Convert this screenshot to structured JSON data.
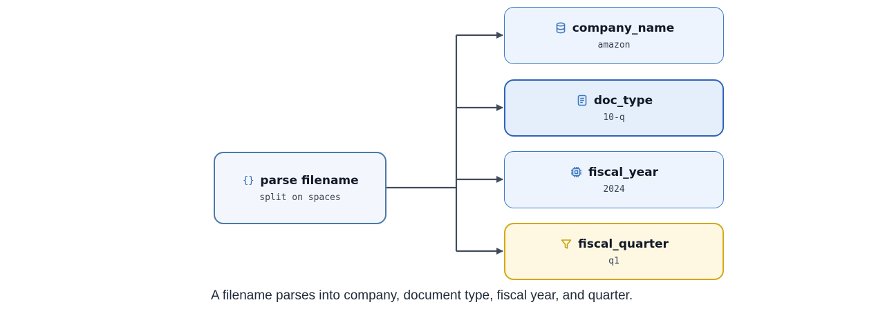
{
  "source": {
    "icon": "braces-icon",
    "icon_glyph": "{}",
    "title": "parse filename",
    "subtitle": "split on spaces"
  },
  "targets": [
    {
      "icon": "database-icon",
      "title": "company_name",
      "value": "amazon"
    },
    {
      "icon": "document-icon",
      "title": "doc_type",
      "value": "10-q"
    },
    {
      "icon": "chip-icon",
      "title": "fiscal_year",
      "value": "2024"
    },
    {
      "icon": "filter-icon",
      "title": "fiscal_quarter",
      "value": "q1"
    }
  ],
  "caption": "A filename parses into company, document type, fiscal year, and quarter.",
  "colors": {
    "connector": "#3f4b5b",
    "blue_icon": "#3b78c2",
    "yellow_icon": "#c9a010"
  }
}
